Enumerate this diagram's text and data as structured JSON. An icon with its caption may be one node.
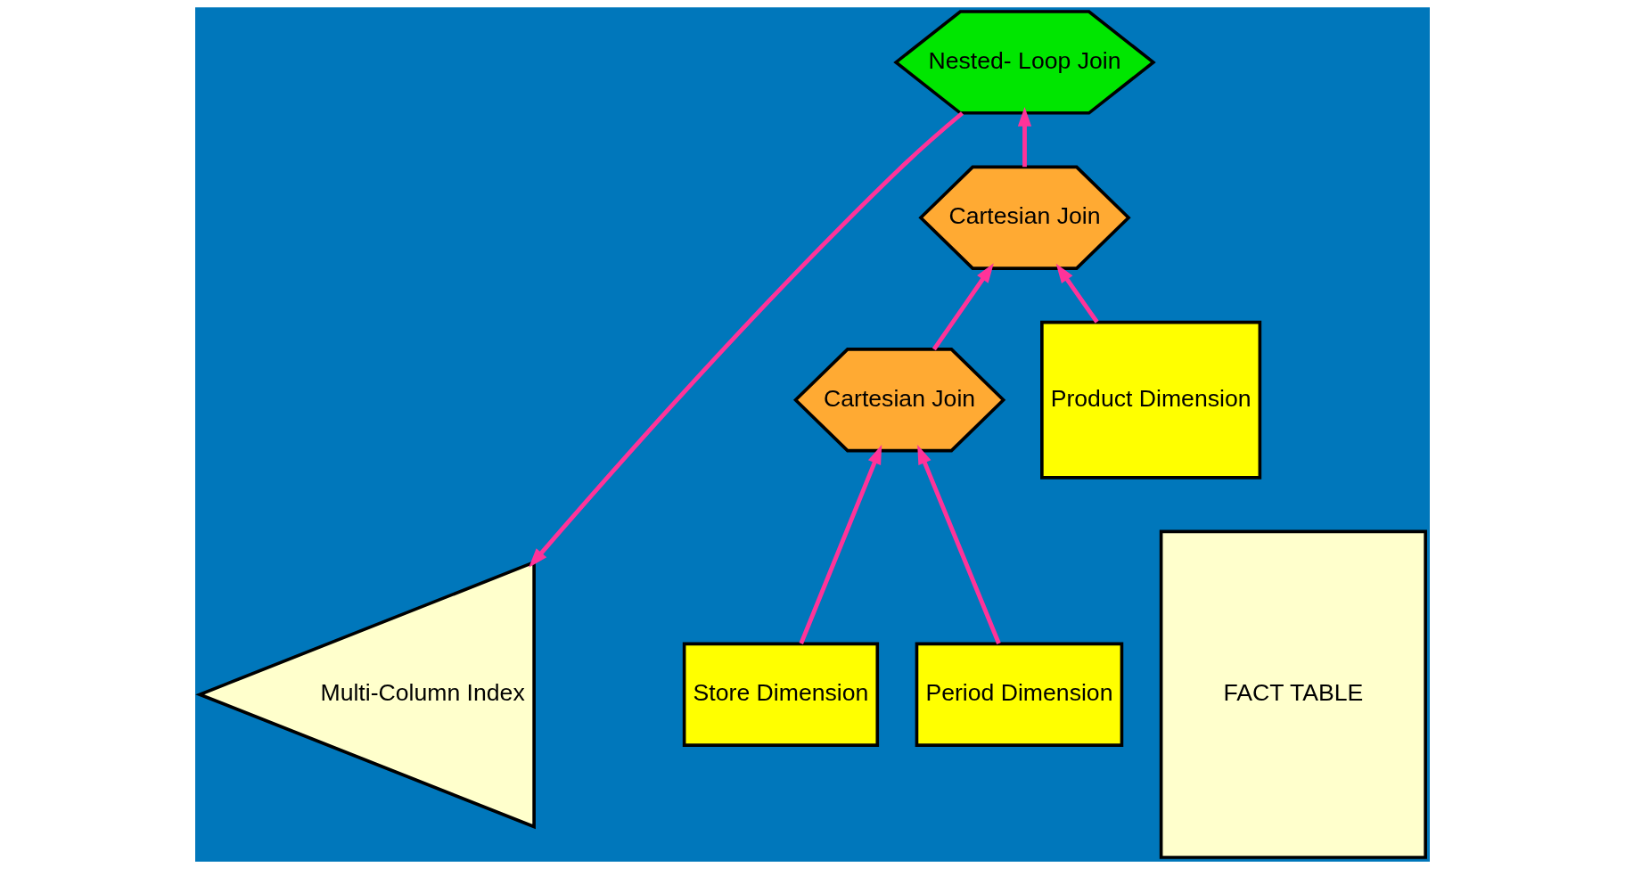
{
  "diagram": {
    "nodes": [
      {
        "text": [
          "Nested- Loop Join"
        ]
      },
      {
        "text": [
          "Cartesian Join"
        ]
      },
      {
        "text": [
          "Cartesian Join"
        ]
      },
      {
        "text": [
          "Product Dimension"
        ]
      },
      {
        "text": [
          "Store Dimension"
        ]
      },
      {
        "text": [
          "Period Dimension"
        ]
      },
      {
        "text": [
          "Multi-Column Index"
        ]
      },
      {
        "text": [
          "FACT TABLE"
        ]
      }
    ],
    "edges": [
      {
        "from": 1,
        "to": 0,
        "arrow": "to"
      },
      {
        "from": 2,
        "to": 1,
        "arrow": "to"
      },
      {
        "from": 3,
        "to": 1,
        "arrow": "to"
      },
      {
        "from": 4,
        "to": 2,
        "arrow": "to"
      },
      {
        "from": 5,
        "to": 2,
        "arrow": "to"
      },
      {
        "from": 0,
        "to": 6,
        "arrow": "to"
      }
    ]
  }
}
